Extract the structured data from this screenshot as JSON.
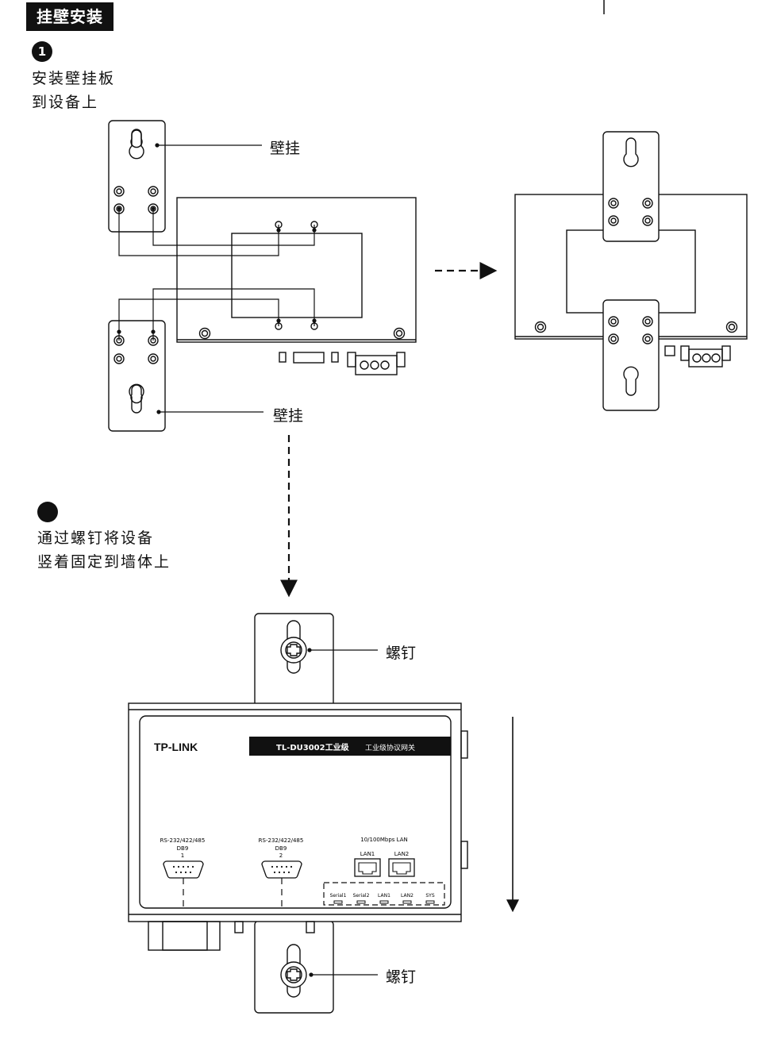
{
  "header": {
    "title": "挂壁安装"
  },
  "step1": {
    "number": "1",
    "line1": "安装壁挂板",
    "line2": "到设备上"
  },
  "step2": {
    "number": "",
    "line1": "通过螺钉将设备",
    "line2": "竖着固定到墙体上"
  },
  "labels": {
    "bracket_top": "壁挂",
    "bracket_bottom": "壁挂",
    "screw_top": "螺钉",
    "screw_bottom": "螺钉"
  },
  "device": {
    "brand": "TP-LINK",
    "model": "TL-DU3002工业级",
    "subtitle": "工业级协议网关",
    "serial_ports": [
      {
        "line1": "RS-232/422/485",
        "line2": "DB9",
        "number": "1"
      },
      {
        "line1": "RS-232/422/485",
        "line2": "DB9",
        "number": "2"
      }
    ],
    "lan_header": "10/100Mbps LAN",
    "lan_ports": [
      "LAN1",
      "LAN2"
    ],
    "leds": [
      "Serial1",
      "Serial2",
      "LAN1",
      "LAN2",
      "SYS"
    ]
  }
}
